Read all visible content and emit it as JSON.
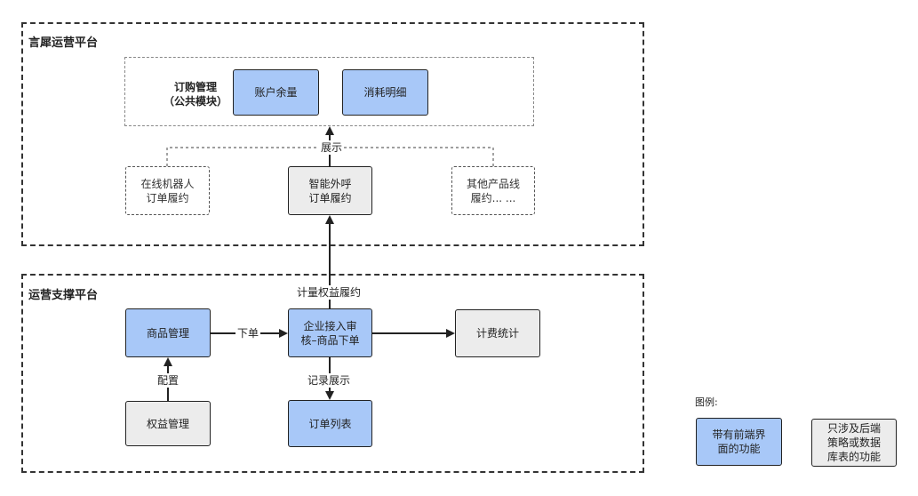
{
  "regions": {
    "top_title": "言犀运营平台",
    "bottom_title": "运营支撑平台"
  },
  "order_mgmt": {
    "label": "订购管理\n（公共模块）",
    "account_balance": "账户余量",
    "consumption_detail": "消耗明细"
  },
  "products": {
    "online_robot": "在线机器人\n订单履约",
    "smart_call": "智能外呼\n订单履约",
    "other_lines": "其他产品线\n履约... ..."
  },
  "ops": {
    "product_mgmt": "商品管理",
    "enterprise_review": "企业接入审\n核–商品下单",
    "billing_stats": "计费统计",
    "rights_mgmt": "权益管理",
    "order_list": "订单列表"
  },
  "edges": {
    "display": "展示",
    "metering": "计量权益履约",
    "place_order": "下单",
    "configure": "配置",
    "record_display": "记录展示"
  },
  "legend": {
    "title": "图例:",
    "frontend": "带有前端界\n面的功能",
    "backend": "只涉及后端\n策略或数据\n库表的功能"
  }
}
